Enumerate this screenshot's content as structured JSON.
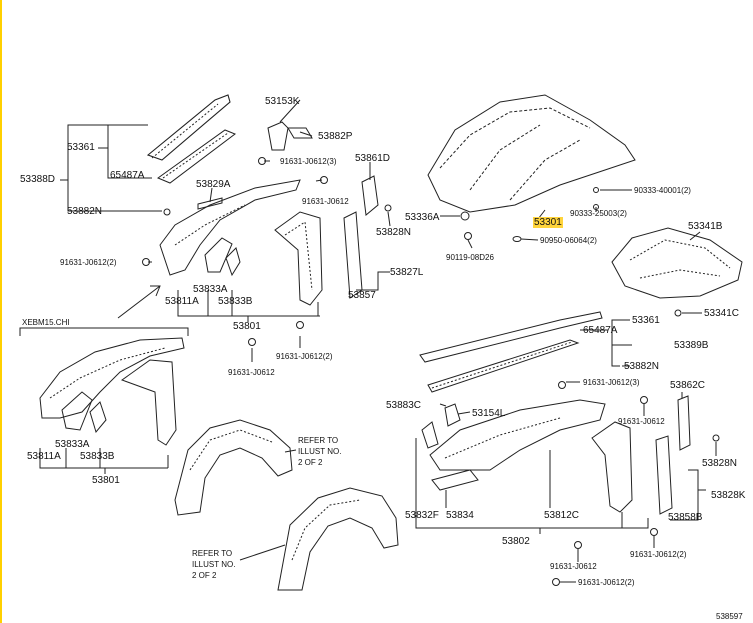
{
  "labels": {
    "p53153K": "53153K",
    "p53882P": "53882P",
    "p53361_tl": "53361",
    "p65487A_tl": "65487A",
    "p53388D": "53388D",
    "p53882N_tl": "53882N",
    "p91631_3_tl": "91631-J0612(3)",
    "p53829A": "53829A",
    "p91631_tl": "91631-J0612",
    "p53861D": "53861D",
    "p53828N_tl": "53828N",
    "p91631_2_left": "91631-J0612(2)",
    "p53827L": "53827L",
    "p53833A_tl": "53833A",
    "p53811A_tl": "53811A",
    "p53833B_tl": "53833B",
    "p53857": "53857",
    "p53801_tl": "53801",
    "xebm": "XEBM15.CHI",
    "p91631_mid": "91631-J0612",
    "p91631_2_mid": "91631-J0612(2)",
    "p53833A_bl": "53833A",
    "p53811A_bl": "53811A",
    "p53833B_bl": "53833B",
    "p53801_bl": "53801",
    "refer1_l1": "REFER TO",
    "refer1_l2": "ILLUST NO.",
    "refer1_l3": "2 OF 2",
    "refer2_l1": "REFER TO",
    "refer2_l2": "ILLUST NO.",
    "refer2_l3": "2 OF 2",
    "p53336A": "53336A",
    "p90119": "90119-08D26",
    "p53301": "53301",
    "p90333_40001": "90333-40001(2)",
    "p90333_25003": "90333-25003(2)",
    "p90950": "90950-06064(2)",
    "p53341B": "53341B",
    "p53341C": "53341C",
    "p53361_r": "53361",
    "p65487A_r": "65487A",
    "p53389B": "53389B",
    "p53882N_r": "53882N",
    "p91631_3_r": "91631-J0612(3)",
    "p53862C": "53862C",
    "p53883C": "53883C",
    "p53154L": "53154L",
    "p91631_r": "91631-J0612",
    "p53828N_r": "53828N",
    "p53828K": "53828K",
    "p53858B": "53858B",
    "p53832F": "53832F",
    "p53834": "53834",
    "p53812C": "53812C",
    "p53802": "53802",
    "p91631_2_r1": "91631-J0612(2)",
    "p91631_br": "91631-J0612",
    "p91631_2_r2": "91631-J0612(2)",
    "p538597": "538597"
  },
  "colors": {
    "line": "#222222",
    "highlight": "#ffd43b",
    "sheet_edge": "#ffd000"
  }
}
